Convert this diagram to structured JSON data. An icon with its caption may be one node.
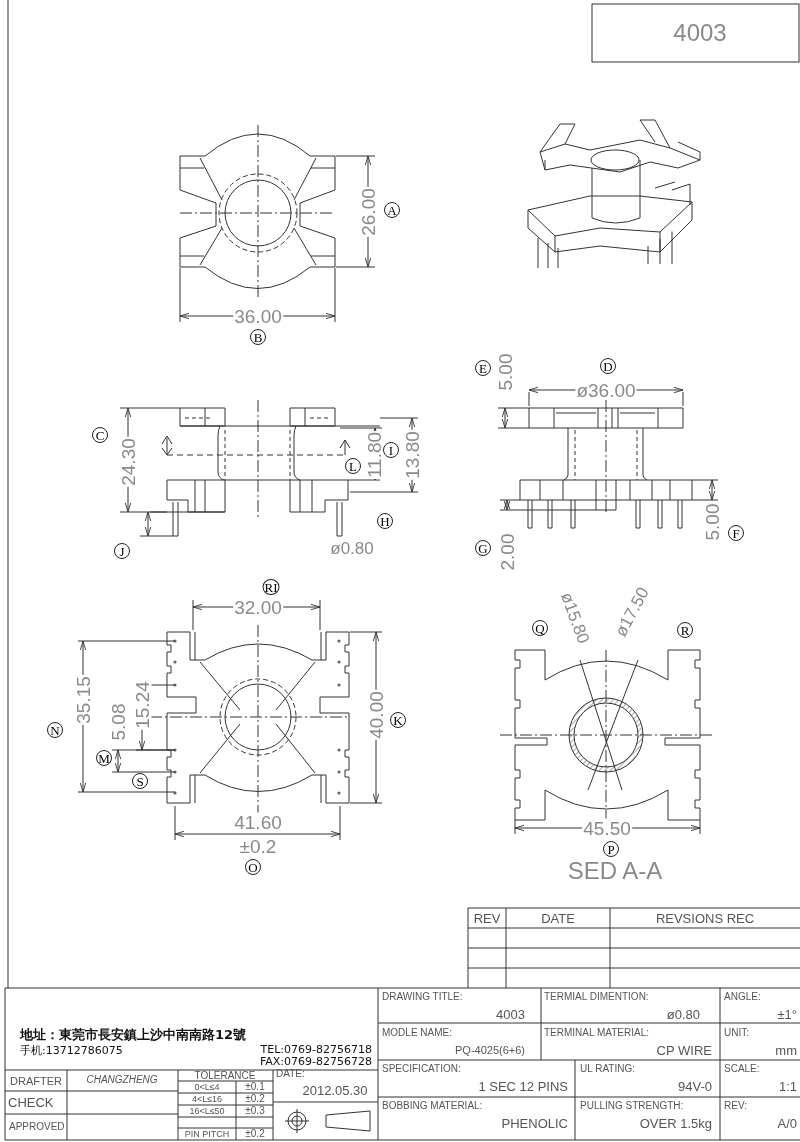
{
  "diagram": {
    "title": "4003",
    "labels": [
      "26.00",
      "A",
      "36.00",
      "B",
      "E",
      "5.00",
      "D",
      "ø36.00",
      "C",
      "24.30",
      "L",
      "11.80",
      "I",
      "13.80",
      "H",
      "ø0.80",
      "J",
      "G",
      "2.00",
      "5.00",
      "F",
      "RI",
      "32.00",
      "Q",
      "ø15.80",
      "ø17.50",
      "R",
      "N",
      "35.15",
      "5.08",
      "15.24",
      "40.00",
      "K",
      "M",
      "S",
      "41.60",
      "±0.2",
      "O",
      "45.50",
      "P",
      "SED A-A",
      "REV",
      "DATE",
      "REVSIONS REC",
      "地址：東莞市長安鎮上沙中南南路12號",
      "手机:13712786075",
      "TEL:0769-82756718",
      "FAX:0769-82756728",
      "DRAFTER",
      "CHANGZHENG",
      "TOLERANCE",
      "DATE:",
      "2012.05.30",
      "0<L≤4",
      "±0.1",
      "CHECK",
      "4<L≤16",
      "±0.2",
      "16<L≤50",
      "±0.3",
      "APPROVED",
      "PIN PITCH",
      "±0.2",
      "DRAWING TITLE:",
      "4003",
      "TERMIAL DIMENTION:",
      "ø0.80",
      "ANGLE:",
      "±1°",
      "MODLE NAME:",
      "PQ-4025(6+6)",
      "TERMINAL MATERIAL:",
      "CP WIRE",
      "UNIT:",
      "mm",
      "SPECIFICATION:",
      "1 SEC 12 PINS",
      "UL RATING:",
      "94V-0",
      "SCALE:",
      "1:1",
      "BOBBING MATERIAL:",
      "PHENOLIC",
      "PULLING STRENGTH:",
      "OVER 1.5kg",
      "REV:",
      "A/0"
    ]
  }
}
